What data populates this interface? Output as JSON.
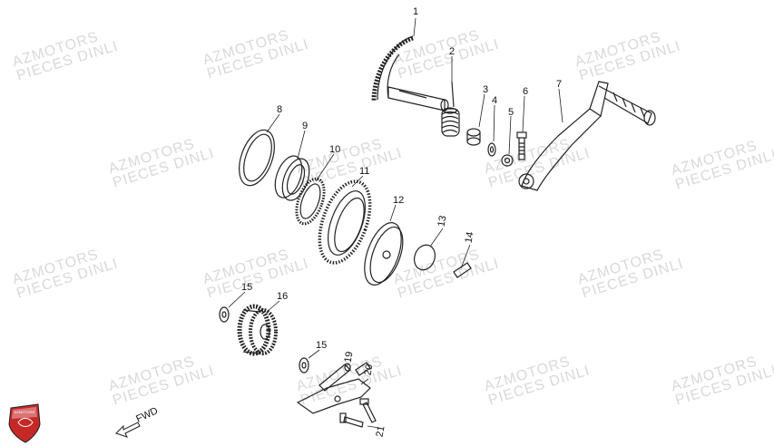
{
  "watermark": {
    "line1": "AZMOTORS",
    "line2": "PIECES DINLI"
  },
  "logo": {
    "text": "AZMOTORS",
    "color": "#c62828"
  },
  "fwd_label": "FWD",
  "callouts": [
    "1",
    "2",
    "3",
    "4",
    "5",
    "6",
    "7",
    "8",
    "9",
    "10",
    "11",
    "12",
    "13",
    "14",
    "15",
    "16",
    "15",
    "19",
    "20",
    "21"
  ]
}
